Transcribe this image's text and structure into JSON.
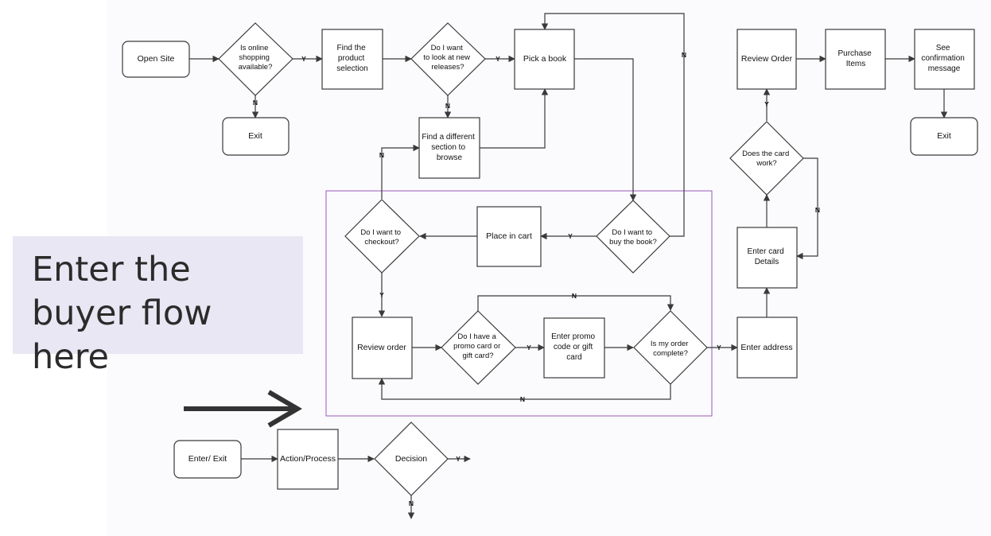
{
  "callout": {
    "text": "Enter the buyer flow here"
  },
  "nodes": {
    "open_site": "Open Site",
    "online_shopping": [
      "Is online",
      "shopping",
      "available?"
    ],
    "exit_top": "Exit",
    "find_product": [
      "Find the",
      "product",
      "selection"
    ],
    "new_releases": [
      "Do I want",
      "to look at new",
      "releases?"
    ],
    "find_section": [
      "Find a different",
      "section to",
      "browse"
    ],
    "pick_book": "Pick a book",
    "buy_book": [
      "Do I want to",
      "buy the book?"
    ],
    "place_cart": "Place in cart",
    "checkout": [
      "Do I want to",
      "checkout?"
    ],
    "review_order_inner": "Review order",
    "promo_question": [
      "Do I have a",
      "promo card or",
      "gift card?"
    ],
    "enter_promo": [
      "Enter promo",
      "code or gift",
      "card"
    ],
    "order_complete": [
      "Is my order",
      "complete?"
    ],
    "enter_address": "Enter address",
    "enter_card": [
      "Enter card",
      "Details"
    ],
    "card_work": [
      "Does the card",
      "work?"
    ],
    "review_order_top": "Review Order",
    "purchase_items": [
      "Purchase",
      "Items"
    ],
    "confirmation": [
      "See",
      "confirmation",
      "message"
    ],
    "exit_right": "Exit"
  },
  "edge_labels": {
    "yes": "Y",
    "no": "N"
  },
  "legend": {
    "enter_exit": "Enter/ Exit",
    "action": "Action/Process",
    "decision": "Decision"
  },
  "colors": {
    "line": "#3a3a3a",
    "frame": "#9b59b6",
    "callout_bg": "#e9e7f3"
  }
}
